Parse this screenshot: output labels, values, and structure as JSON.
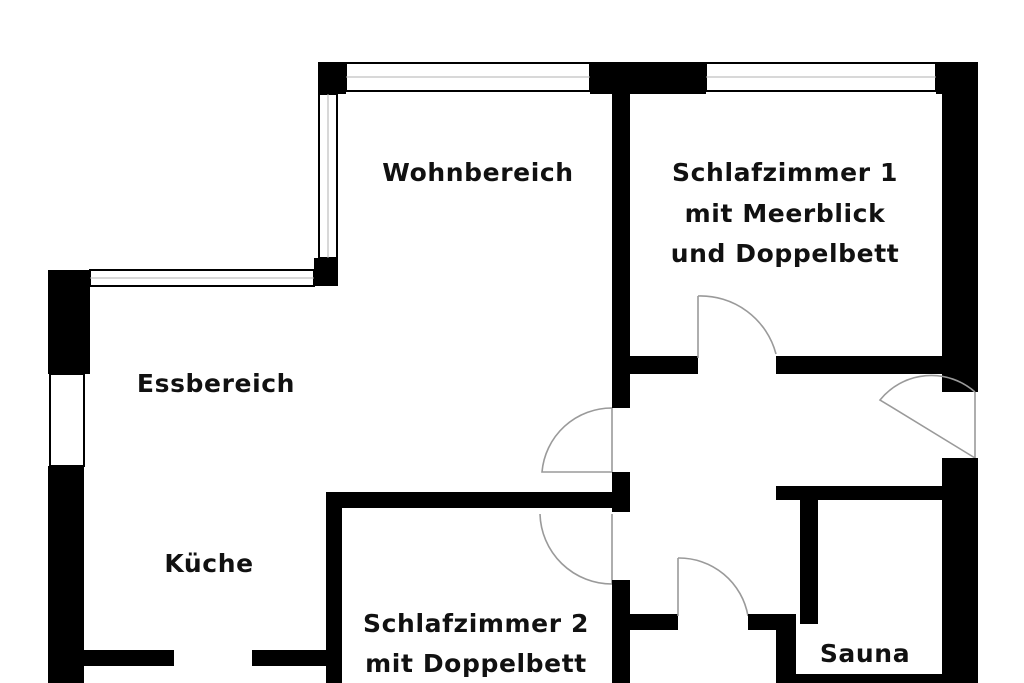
{
  "rooms": {
    "wohnbereich": "Wohnbereich",
    "schlafzimmer1": [
      "Schlafzimmer 1",
      "mit Meerblick",
      "und Doppelbett"
    ],
    "essbereich": "Essbereich",
    "kueche": "Küche",
    "schlafzimmer2": [
      "Schlafzimmer 2",
      "mit Doppelbett"
    ],
    "sauna": "Sauna"
  },
  "colors": {
    "wall": "#000000",
    "background": "#ffffff",
    "door_arc": "#9a9a9a"
  }
}
